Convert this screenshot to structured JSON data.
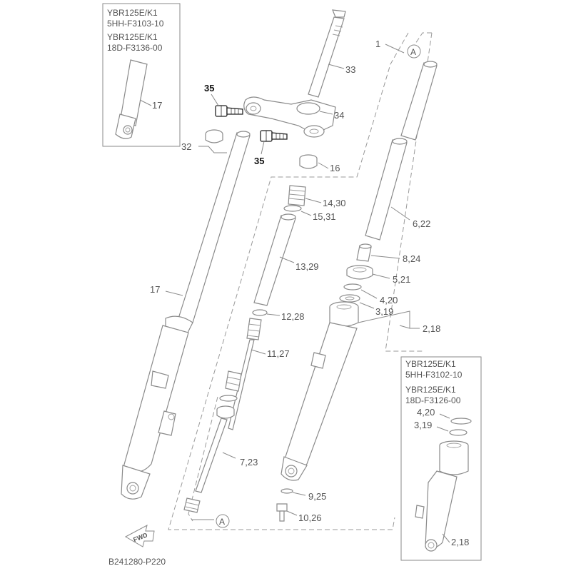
{
  "inset_top_left": {
    "line1": "YBR125E/K1",
    "line2": "5HH-F3103-10",
    "line3": "YBR125E/K1",
    "line4": "18D-F3136-00",
    "part_label": "17"
  },
  "inset_bottom_right": {
    "line1": "YBR125E/K1",
    "line2": "5HH-F3102-10",
    "line3": "YBR125E/K1",
    "line4": "18D-F3126-00",
    "label_a": "4,20",
    "label_b": "3,19",
    "label_c": "2,18"
  },
  "callouts": {
    "p1": "1",
    "p33": "33",
    "p35a": "35",
    "p35b": "35",
    "p34": "34",
    "p32": "32",
    "p16": "16",
    "p14": "14,30",
    "p15": "15,31",
    "p6": "6,22",
    "p8": "8,24",
    "p13": "13,29",
    "p5": "5,21",
    "p17": "17",
    "p4": "4,20",
    "p3": "3,19",
    "p12": "12,28",
    "p2": "2,18",
    "p11": "11,27",
    "p7": "7,23",
    "p9": "9,25",
    "p10": "10,26"
  },
  "ref_marker": "A",
  "fwd_badge": "FWD",
  "diagram_code": "B241280-P220"
}
